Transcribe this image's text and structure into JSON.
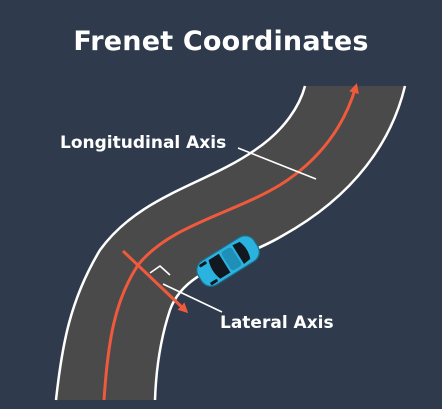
{
  "title": "Frenet Coordinates",
  "labels": {
    "longitudinal": "Longitudinal Axis",
    "lateral": "Lateral Axis"
  },
  "colors": {
    "background": "#2f3b4c",
    "road": "#4a4a4a",
    "road_edge": "#ffffff",
    "axis": "#ef5a3c",
    "car_body": "#2bb3e0",
    "car_glass": "#111820"
  },
  "icons": {
    "vehicle": "car-icon"
  }
}
